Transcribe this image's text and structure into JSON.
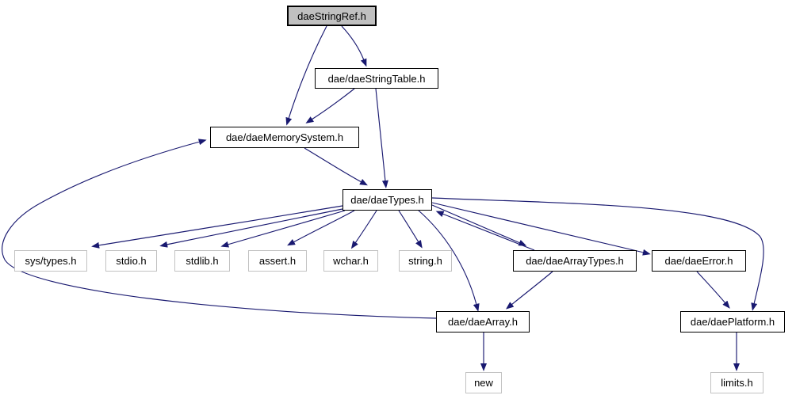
{
  "graph": {
    "type": "include-dependency-graph",
    "root": "daeStringRef.h",
    "nodes": {
      "daeStringRef": {
        "label": "daeStringRef.h",
        "type": "current"
      },
      "daeStringTable": {
        "label": "dae/daeStringTable.h",
        "type": "internal"
      },
      "daeMemorySystem": {
        "label": "dae/daeMemorySystem.h",
        "type": "internal"
      },
      "daeTypes": {
        "label": "dae/daeTypes.h",
        "type": "internal"
      },
      "sysTypes": {
        "label": "sys/types.h",
        "type": "system"
      },
      "stdio": {
        "label": "stdio.h",
        "type": "system"
      },
      "stdlib": {
        "label": "stdlib.h",
        "type": "system"
      },
      "assert": {
        "label": "assert.h",
        "type": "system"
      },
      "wchar": {
        "label": "wchar.h",
        "type": "system"
      },
      "string": {
        "label": "string.h",
        "type": "system"
      },
      "daeArrayTypes": {
        "label": "dae/daeArrayTypes.h",
        "type": "internal"
      },
      "daeError": {
        "label": "dae/daeError.h",
        "type": "internal"
      },
      "daeArray": {
        "label": "dae/daeArray.h",
        "type": "internal"
      },
      "daePlatform": {
        "label": "dae/daePlatform.h",
        "type": "internal"
      },
      "new": {
        "label": "new",
        "type": "system"
      },
      "limits": {
        "label": "limits.h",
        "type": "system"
      }
    },
    "edges": [
      {
        "from": "daeStringRef.h",
        "to": "dae/daeStringTable.h"
      },
      {
        "from": "daeStringRef.h",
        "to": "dae/daeMemorySystem.h"
      },
      {
        "from": "dae/daeStringTable.h",
        "to": "dae/daeMemorySystem.h"
      },
      {
        "from": "dae/daeStringTable.h",
        "to": "dae/daeTypes.h"
      },
      {
        "from": "dae/daeMemorySystem.h",
        "to": "dae/daeTypes.h"
      },
      {
        "from": "dae/daeTypes.h",
        "to": "sys/types.h"
      },
      {
        "from": "dae/daeTypes.h",
        "to": "stdio.h"
      },
      {
        "from": "dae/daeTypes.h",
        "to": "stdlib.h"
      },
      {
        "from": "dae/daeTypes.h",
        "to": "assert.h"
      },
      {
        "from": "dae/daeTypes.h",
        "to": "wchar.h"
      },
      {
        "from": "dae/daeTypes.h",
        "to": "string.h"
      },
      {
        "from": "dae/daeTypes.h",
        "to": "dae/daeArrayTypes.h"
      },
      {
        "from": "dae/daeArrayTypes.h",
        "to": "dae/daeTypes.h"
      },
      {
        "from": "dae/daeTypes.h",
        "to": "dae/daeError.h"
      },
      {
        "from": "dae/daeTypes.h",
        "to": "dae/daePlatform.h"
      },
      {
        "from": "dae/daeTypes.h",
        "to": "dae/daeArray.h"
      },
      {
        "from": "dae/daeArrayTypes.h",
        "to": "dae/daeArray.h"
      },
      {
        "from": "dae/daeError.h",
        "to": "dae/daePlatform.h"
      },
      {
        "from": "dae/daeArray.h",
        "to": "dae/daeMemorySystem.h"
      },
      {
        "from": "dae/daeArray.h",
        "to": "new"
      },
      {
        "from": "dae/daePlatform.h",
        "to": "limits.h"
      }
    ],
    "colors": {
      "edge": "#191970",
      "node_fill": "#ffffff",
      "node_border": "#000000",
      "system_border": "#c2c2c2",
      "current_fill": "#c0c0c0",
      "background": "#ffffff"
    }
  }
}
